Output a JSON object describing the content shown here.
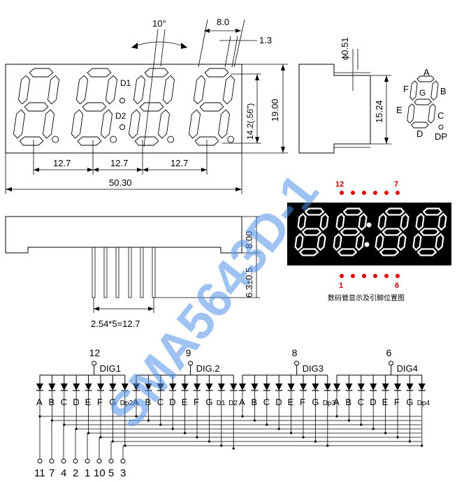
{
  "front_view": {
    "angle_label": "10°",
    "segment_pitch_label": "8.0",
    "stroke_width_label": "1.3",
    "height_label": "19.00",
    "digit_height_label": "14.2(.56\")",
    "pitch_labels": [
      "12.7",
      "12.7",
      "12.7"
    ],
    "total_width_label": "50.30",
    "colon_labels": [
      "D1",
      "D2"
    ]
  },
  "side_view": {
    "pin_diameter_label": "ϕ0.51",
    "depth_label": "15.24"
  },
  "segment_legend": {
    "labels": {
      "A": "A",
      "B": "B",
      "C": "C",
      "D": "D",
      "E": "E",
      "F": "F",
      "G": "G",
      "DP": "DP"
    }
  },
  "bottom_view": {
    "body_height_label": "8.00",
    "pin_length_label": "6.3±0.5",
    "pin_pitch_label": "2.54*5=12.7"
  },
  "photo": {
    "top_left_pin": "12",
    "top_right_pin": "7",
    "bottom_left_pin": "1",
    "bottom_right_pin": "6",
    "caption": "数码管显示及引脚位置图",
    "display_text": "88:8.8."
  },
  "watermark": "SMA5643D-1",
  "schematic": {
    "digits": [
      {
        "name": "DIG1",
        "pin": "12",
        "segments": [
          "A",
          "B",
          "C",
          "D",
          "E",
          "F",
          "G",
          "Dp2"
        ]
      },
      {
        "name": "DIG.2",
        "pin": "9",
        "segments": [
          "A",
          "B",
          "C",
          "D",
          "E",
          "F",
          "G",
          "D1",
          "D2"
        ]
      },
      {
        "name": "DIG3",
        "pin": "8",
        "segments": [
          "A",
          "B",
          "C",
          "D",
          "E",
          "F",
          "G",
          "Dp3"
        ]
      },
      {
        "name": "DIG4",
        "pin": "6",
        "segments": [
          "A",
          "B",
          "C",
          "D",
          "E",
          "F",
          "G",
          "Dp4"
        ]
      }
    ],
    "bottom_pins": [
      "11",
      "7",
      "4",
      "2",
      "1",
      "10",
      "5",
      "3"
    ]
  }
}
